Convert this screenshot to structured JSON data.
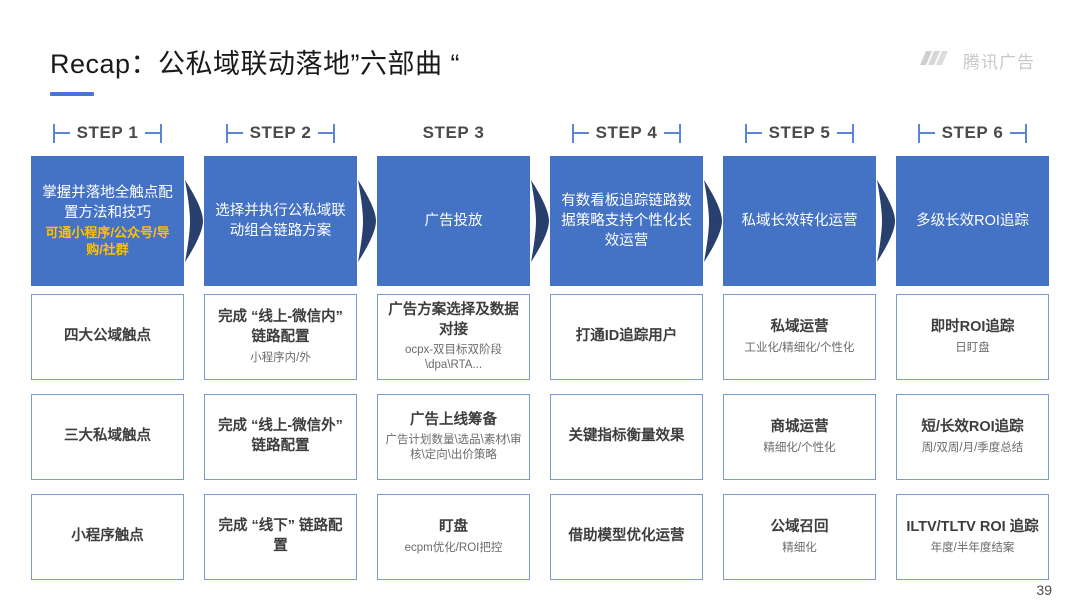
{
  "header": {
    "title": "Recap：公私域联动落地”六部曲 “",
    "logo_text": "腾讯广告",
    "logo_icon": "tencent-ads-slash-mark"
  },
  "page_number": "39",
  "colors": {
    "hero_blue": "#4472C4",
    "arrow_navy": "#27406E",
    "accent_rule": "#4A72E0",
    "card_border": "#7A9CCD",
    "hero_sub_gold": "#FFC000",
    "step_label": "#4A4A4A",
    "bracket_blue": "#5B86D6"
  },
  "columns": [
    {
      "step_label": "STEP 1",
      "has_brackets": true,
      "has_arrow": true,
      "hero": {
        "main": "掌握并落地全触点配置方法和技巧",
        "sub": "可通小程序/公众号/导购/社群"
      },
      "cards": [
        {
          "main": "四大公域触点",
          "sub": ""
        },
        {
          "main": "三大私域触点",
          "sub": ""
        },
        {
          "main": "小程序触点",
          "sub": ""
        }
      ]
    },
    {
      "step_label": "STEP 2",
      "has_brackets": true,
      "has_arrow": true,
      "hero": {
        "main": "选择并执行公私域联动组合链路方案",
        "sub": ""
      },
      "cards": [
        {
          "main": "完成 “线上-微信内” 链路配置",
          "sub": "小程序内/外"
        },
        {
          "main": "完成 “线上-微信外” 链路配置",
          "sub": ""
        },
        {
          "main": "完成 “线下” 链路配置",
          "sub": ""
        }
      ]
    },
    {
      "step_label": "STEP 3",
      "has_brackets": false,
      "has_arrow": true,
      "hero": {
        "main": "广告投放",
        "sub": ""
      },
      "cards": [
        {
          "main": "广告方案选择及数据对接",
          "sub": "ocpx-双目标双阶段\\dpa\\RTA..."
        },
        {
          "main": "广告上线筹备",
          "sub": "广告计划数量\\选品\\素材\\审核\\定向\\出价策略"
        },
        {
          "main": "盯盘",
          "sub": "ecpm优化/ROI把控"
        }
      ]
    },
    {
      "step_label": "STEP 4",
      "has_brackets": true,
      "has_arrow": true,
      "hero": {
        "main": "有数看板追踪链路数据策略支持个性化长效运营",
        "sub": ""
      },
      "cards": [
        {
          "main": "打通ID追踪用户",
          "sub": ""
        },
        {
          "main": "关键指标衡量效果",
          "sub": ""
        },
        {
          "main": "借助模型优化运营",
          "sub": ""
        }
      ]
    },
    {
      "step_label": "STEP 5",
      "has_brackets": true,
      "has_arrow": true,
      "hero": {
        "main": "私域长效转化运营",
        "sub": ""
      },
      "cards": [
        {
          "main": "私域运营",
          "sub": "工业化/精细化/个性化"
        },
        {
          "main": "商城运营",
          "sub": "精细化/个性化"
        },
        {
          "main": "公域召回",
          "sub": "精细化"
        }
      ]
    },
    {
      "step_label": "STEP 6",
      "has_brackets": true,
      "has_arrow": false,
      "hero": {
        "main": "多级长效ROI追踪",
        "sub": ""
      },
      "cards": [
        {
          "main": "即时ROI追踪",
          "sub": "日盯盘"
        },
        {
          "main": "短/长效ROI追踪",
          "sub": "周/双周/月/季度总结"
        },
        {
          "main": "ILTV/TLTV ROI 追踪",
          "sub": "年度/半年度结案"
        }
      ]
    }
  ]
}
